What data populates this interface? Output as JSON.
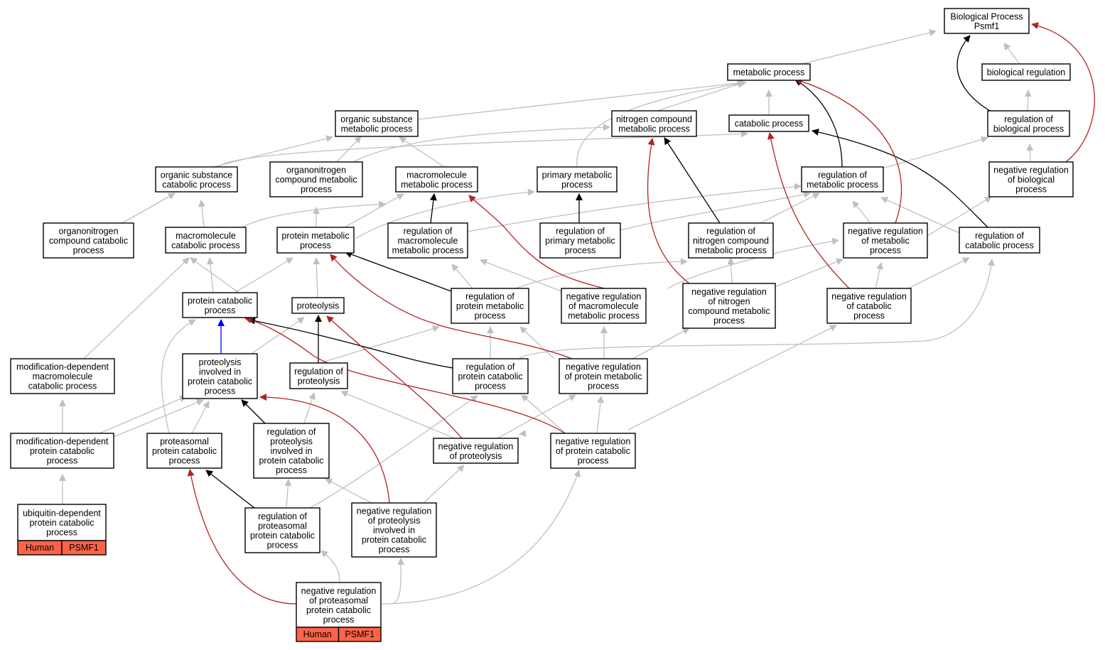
{
  "colors": {
    "is_a": "#c0c0c0",
    "part_of": "#000000",
    "negatively_regulates": "#b22222",
    "regulates_direct": "#0000ff",
    "annotation_fill": "#ff6347"
  },
  "nodes": {
    "bp": [
      "Biological Process",
      "Psmf1"
    ],
    "mp": [
      "metabolic process"
    ],
    "br": [
      "biological regulation"
    ],
    "osmp": [
      "organic substance",
      "metabolic process"
    ],
    "ncmp": [
      "nitrogen compound",
      "metabolic process"
    ],
    "cp": [
      "catabolic process"
    ],
    "robp": [
      "regulation of",
      "biological process"
    ],
    "oscp": [
      "organic substance",
      "catabolic process"
    ],
    "oncmp": [
      "organonitrogen",
      "compound metabolic",
      "process"
    ],
    "mmp": [
      "macromolecule",
      "metabolic process"
    ],
    "pmp": [
      "primary metabolic",
      "process"
    ],
    "romp": [
      "regulation of",
      "metabolic process"
    ],
    "nrobp": [
      "negative regulation",
      "of biological",
      "process"
    ],
    "onccp": [
      "organonitrogen",
      "compound catabolic",
      "process"
    ],
    "mcp": [
      "macromolecule",
      "catabolic process"
    ],
    "prmp": [
      "protein metabolic",
      "process"
    ],
    "rommp": [
      "regulation of",
      "macromolecule",
      "metabolic process"
    ],
    "ropmp": [
      "regulation of",
      "primary metabolic",
      "process"
    ],
    "roncmp": [
      "regulation of",
      "nitrogen compound",
      "metabolic process"
    ],
    "nromp": [
      "negative regulation",
      "of metabolic",
      "process"
    ],
    "rocp": [
      "regulation of",
      "catabolic process"
    ],
    "pcp": [
      "protein catabolic",
      "process"
    ],
    "prot": [
      "proteolysis"
    ],
    "roprmp": [
      "regulation of",
      "protein metabolic",
      "process"
    ],
    "nrommp": [
      "negative regulation",
      "of macromolecule",
      "metabolic process"
    ],
    "nroncmp": [
      "negative regulation",
      "of nitrogen",
      "compound metabolic",
      "process"
    ],
    "nrocp": [
      "negative regulation",
      "of catabolic",
      "process"
    ],
    "mdmcp": [
      "modification-dependent",
      "macromolecule",
      "catabolic process"
    ],
    "pipcp": [
      "proteolysis",
      "involved in",
      "protein catabolic",
      "process"
    ],
    "roprot": [
      "regulation of",
      "proteolysis"
    ],
    "ropcp": [
      "regulation of",
      "protein catabolic",
      "process"
    ],
    "nroprmp": [
      "negative regulation",
      "of protein metabolic",
      "process"
    ],
    "mdpcp": [
      "modification-dependent",
      "protein catabolic",
      "process"
    ],
    "ppcp": [
      "proteasomal",
      "protein catabolic",
      "process"
    ],
    "ropipcp": [
      "regulation of",
      "proteolysis",
      "involved in",
      "protein catabolic",
      "process"
    ],
    "nroprot": [
      "negative regulation",
      "of proteolysis"
    ],
    "nropcp": [
      "negative regulation",
      "of protein catabolic",
      "process"
    ],
    "udpcp": [
      "ubiquitin-dependent",
      "protein catabolic",
      "process"
    ],
    "roppcp": [
      "regulation of",
      "proteasomal",
      "protein catabolic",
      "process"
    ],
    "nropipcp": [
      "negative regulation",
      "of proteolysis",
      "involved in",
      "protein catabolic",
      "process"
    ],
    "nroppcp": [
      "negative regulation",
      "of proteasomal",
      "protein catabolic",
      "process"
    ]
  },
  "annotations": {
    "udpcp": [
      "Human",
      "PSMF1"
    ],
    "nroppcp": [
      "Human",
      "PSMF1"
    ]
  }
}
